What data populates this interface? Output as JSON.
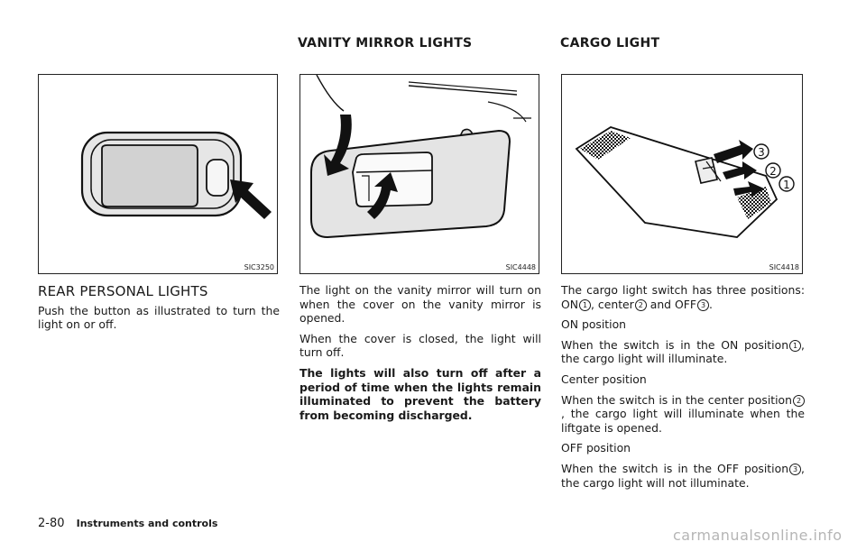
{
  "headers": {
    "vanity": "VANITY MIRROR LIGHTS",
    "cargo": "CARGO LIGHT"
  },
  "figures": {
    "fig1": "SIC3250",
    "fig2": "SIC4448",
    "fig3": "SIC4418",
    "callouts": [
      "1",
      "2",
      "3"
    ]
  },
  "left": {
    "heading": "REAR PERSONAL LIGHTS",
    "body": "Push the button as illustrated to turn the light on or off."
  },
  "middle": {
    "p1": "The light on the vanity mirror will turn on when the cover on the vanity mirror is opened.",
    "p2": "When the cover is closed, the light will turn off.",
    "p3": "The lights will also turn off after a period of time when the lights remain illuminated to prevent the battery from becoming discharged."
  },
  "right": {
    "p1a": "The cargo light switch has three positions: ON",
    "p1b": ", center",
    "p1c": " and OFF",
    "p1d": ".",
    "on_heading": "ON position",
    "on_a": "When the switch is in the ON position",
    "on_b": ", the cargo light will illuminate.",
    "center_heading": "Center position",
    "center_a": "When the switch is in the center position",
    "center_b": ", the cargo light will illuminate when the liftgate is opened.",
    "off_heading": "OFF position",
    "off_a": "When the switch is in the OFF position",
    "off_b": ", the cargo light will not illuminate.",
    "num1": "1",
    "num2": "2",
    "num3": "3"
  },
  "footer": {
    "page": "2-80",
    "title": "Instruments and controls"
  },
  "watermark": "carmanualsonline.info"
}
